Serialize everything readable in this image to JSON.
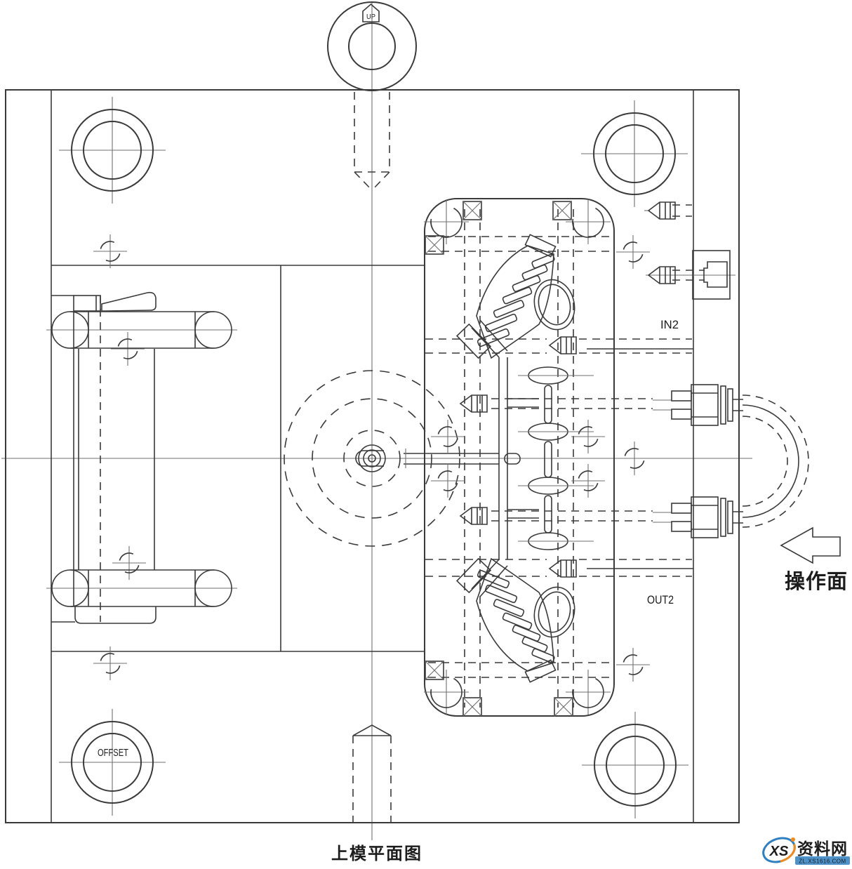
{
  "drawing": {
    "title": "上模平面图",
    "labels": {
      "up": "UP",
      "offset": "OFFSET",
      "in2": "IN2",
      "out2": "OUT2",
      "operation_face": "操作面"
    },
    "colors": {
      "line": "#3a3a3a",
      "centerline": "#6f6f6f",
      "background": "#ffffff"
    }
  },
  "watermark": {
    "logo_text": "XS",
    "site_name": "资料网",
    "site_url": "ZL.XS1616.COM",
    "red": "#e23b2e",
    "blue": "#2f7fc1",
    "orange": "#f08c1e"
  }
}
